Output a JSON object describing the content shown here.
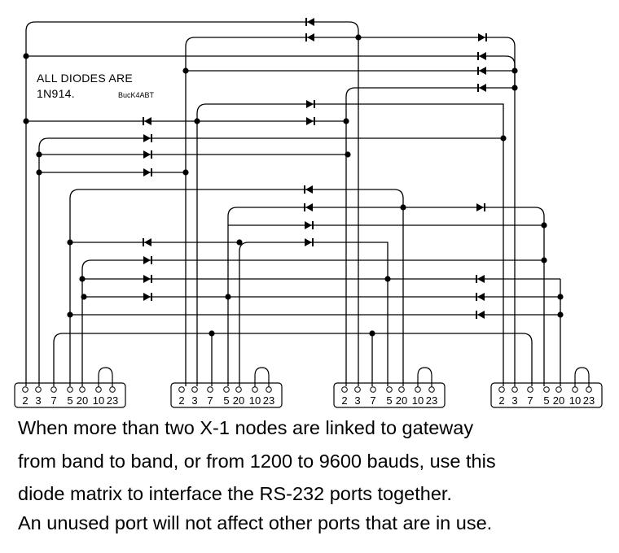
{
  "note": {
    "line1": "ALL DIODES ARE",
    "line2": "1N914.",
    "credit": "BucK4ABT"
  },
  "connector": {
    "pin_labels": [
      "2",
      "3",
      "7",
      "5",
      "20",
      "10",
      "23"
    ]
  },
  "caption": {
    "line1": "When more than two X-1 nodes are linked to gateway",
    "line2": "from band to band, or from 1200 to 9600 bauds, use this",
    "line3": "diode matrix to interface the RS-232 ports together.",
    "line4": "An unused port will not affect other ports that are in use."
  }
}
